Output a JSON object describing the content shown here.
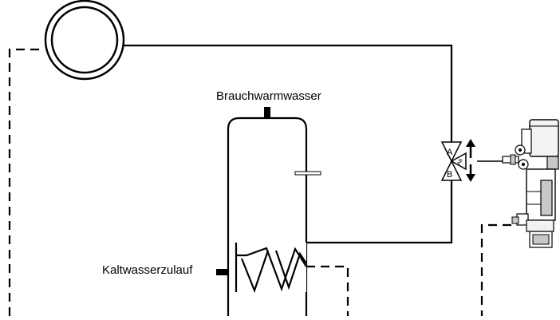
{
  "labels": {
    "hot_water": "Brauchwarmwasser",
    "cold_water_inlet": "Kaltwasserzulauf",
    "valve_port_a": "A",
    "valve_port_b": "B",
    "valve_port_ab": "AB"
  },
  "colors": {
    "line": "#000000",
    "background": "#ffffff",
    "actuator_body": "#f2f2f2",
    "actuator_shade": "#c8c8c8"
  },
  "icons": {
    "boiler": "double-circle",
    "storage_tank": "rounded-cylinder",
    "heat_exchanger": "zigzag-coil",
    "valve": "three-way-valve",
    "actuator": "valve-actuator",
    "flow_arrows": "double-arrow-up-down"
  }
}
